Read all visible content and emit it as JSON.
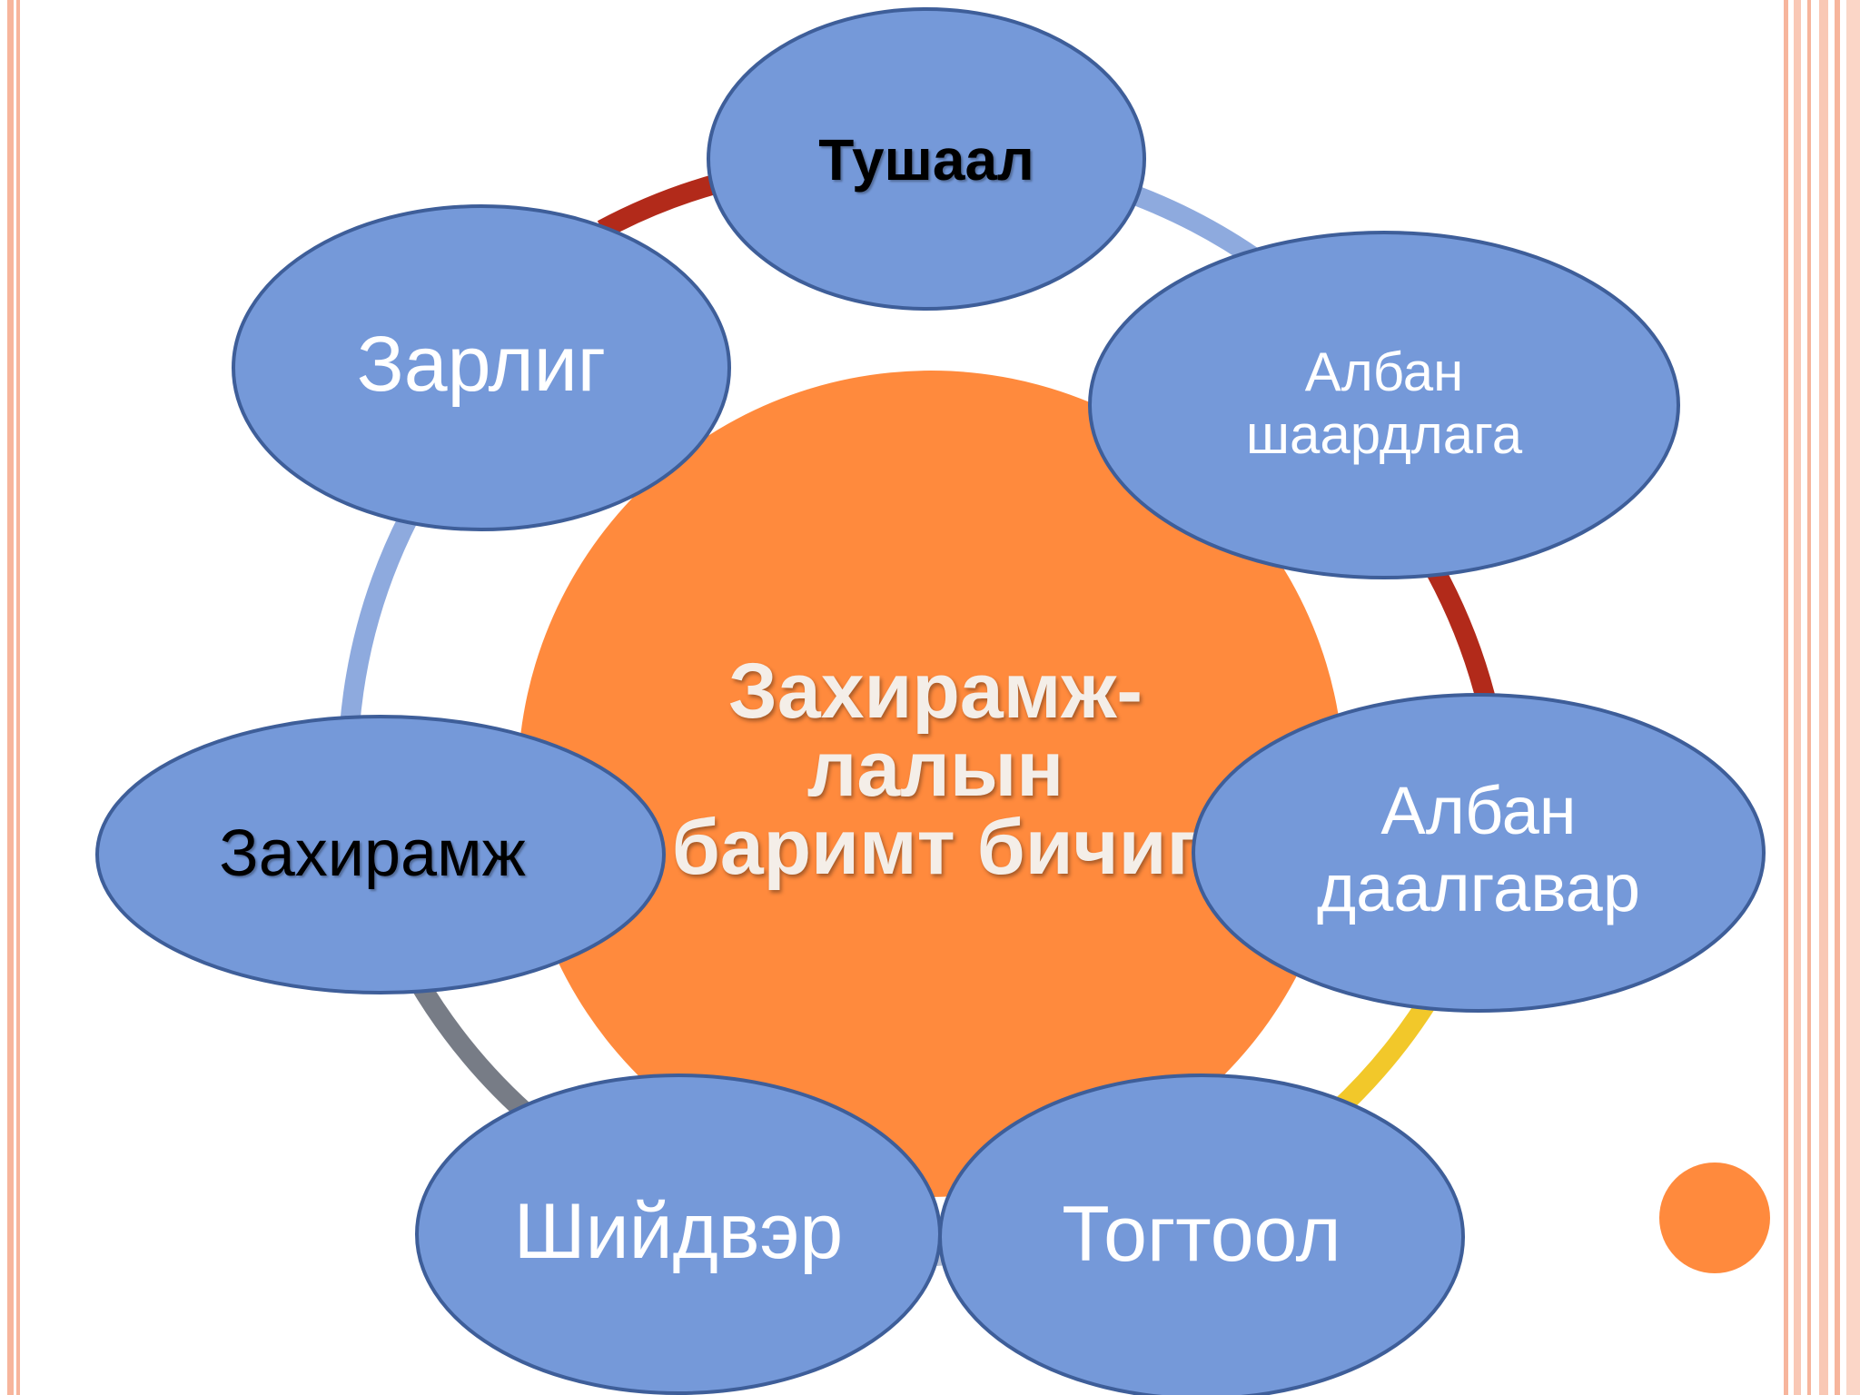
{
  "diagram": {
    "center": {
      "lines": [
        "Захирамж-",
        "лалын",
        "баримт бичиг"
      ],
      "fill": "#FF8A3D",
      "text_color": "#F4EEE8"
    },
    "nodes": [
      {
        "id": "tushaal",
        "lines": [
          "Тушаал"
        ],
        "bold": true,
        "text_color": "#000000"
      },
      {
        "id": "alban-shaardlaga",
        "lines": [
          "Албан",
          "шаардлага"
        ],
        "bold": false,
        "text_color": "#FFFFFF"
      },
      {
        "id": "alban-daalgavar",
        "lines": [
          "Албан",
          "даалгавар"
        ],
        "bold": false,
        "text_color": "#FFFFFF"
      },
      {
        "id": "togtool",
        "lines": [
          "Тогтоол"
        ],
        "bold": false,
        "text_color": "#FFFFFF"
      },
      {
        "id": "shiidver",
        "lines": [
          "Шийдвэр"
        ],
        "bold": false,
        "text_color": "#FFFFFF"
      },
      {
        "id": "zakhiramzh",
        "lines": [
          "Захирамж"
        ],
        "bold": false,
        "text_color": "#000000"
      },
      {
        "id": "zarlig",
        "lines": [
          "Зарлиг"
        ],
        "bold": false,
        "text_color": "#FFFFFF"
      }
    ],
    "node_fill": "#7599D9",
    "node_stroke": "#3E5E99",
    "ring_colors": {
      "top_left": "#B22A1A",
      "top_right": "#8EAADE",
      "right_upper": "#B22A1A",
      "right_lower": "#F2C82A",
      "bottom": "#B7C1D6",
      "bottom_left": "#777C86",
      "left": "#8EAADE"
    },
    "accent_dot": "#FF8A3D",
    "border_stripes": "#F5A588"
  }
}
